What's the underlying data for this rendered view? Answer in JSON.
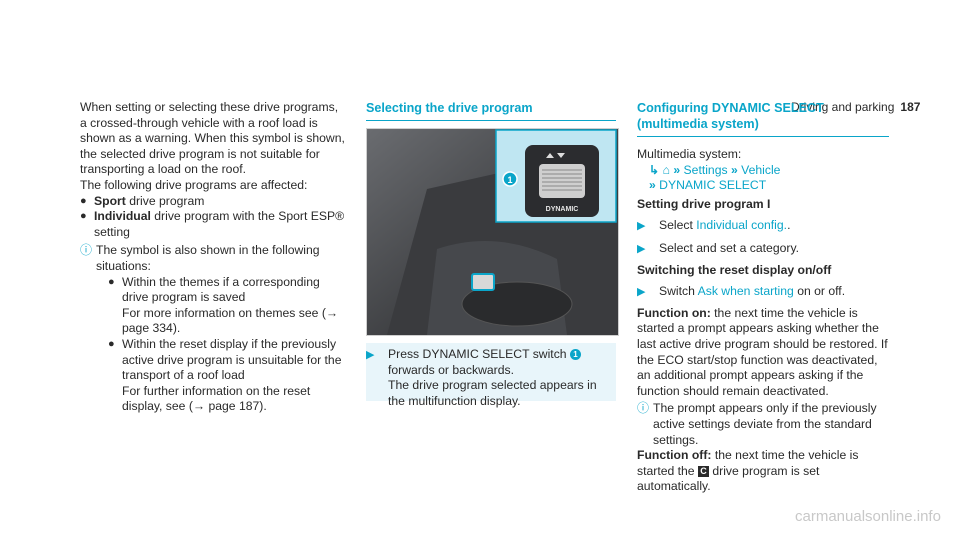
{
  "header": {
    "section": "Driving and parking",
    "page": "187"
  },
  "col1": {
    "intro": "When setting or selecting these drive programs, a crossed-through vehicle with a roof load is shown as a warning. When this symbol is shown, the selected drive program is not suitable for transporting a load on the roof.",
    "affected": "The following drive programs are affected:",
    "bullets": [
      {
        "bold": "Sport",
        "text": " drive program"
      },
      {
        "bold": "Individual",
        "text": " drive program with the Sport ESP® setting"
      }
    ],
    "info": "The symbol is also shown in the following situations:",
    "sub": [
      {
        "text": "Within the themes if a corresponding drive program is saved",
        "more": "For more information on themes see (→ page 334)."
      },
      {
        "text": "Within the reset display if the previously active drive program is unsuitable for the transport of a roof load",
        "more": "For further information on the reset display, see (→ page 187)."
      }
    ]
  },
  "col2": {
    "title": "Selecting the drive program",
    "figure": {
      "button_label": "DYNAMIC",
      "callout": "1"
    },
    "action": "Press DYNAMIC SELECT switch",
    "action_badge": "1",
    "action_rest": " forwards or backwards.",
    "action_note": "The drive program selected appears in the multifunction display."
  },
  "col3": {
    "title": "Configuring DYNAMIC SELECT (multimedia system)",
    "system": "Multimedia system:",
    "nav": [
      "Settings",
      "Vehicle",
      "DYNAMIC SELECT"
    ],
    "h_prog": "Setting drive program I",
    "a1_pre": "Select ",
    "a1_link": "Individual config.",
    "a1_post": ".",
    "a2": "Select and set a category.",
    "h_reset": "Switching the reset display on/off",
    "a3_pre": "Switch ",
    "a3_link": "Ask when starting",
    "a3_post": " on or off.",
    "on_label": "Function on:",
    "on_text": " the next time the vehicle is started a prompt appears asking whether the last active drive program should be restored. If the ECO start/stop function was deactivated, an additional prompt appears asking if the function should remain deactivated.",
    "info": "The prompt appears only if the previously active settings deviate from the standard settings.",
    "off_label": "Function off:",
    "off_text_a": " the next time the vehicle is started the ",
    "off_badge": "C",
    "off_text_b": " drive program is set automatically."
  },
  "footer": {
    "watermark": "carmanualsonline.info"
  }
}
